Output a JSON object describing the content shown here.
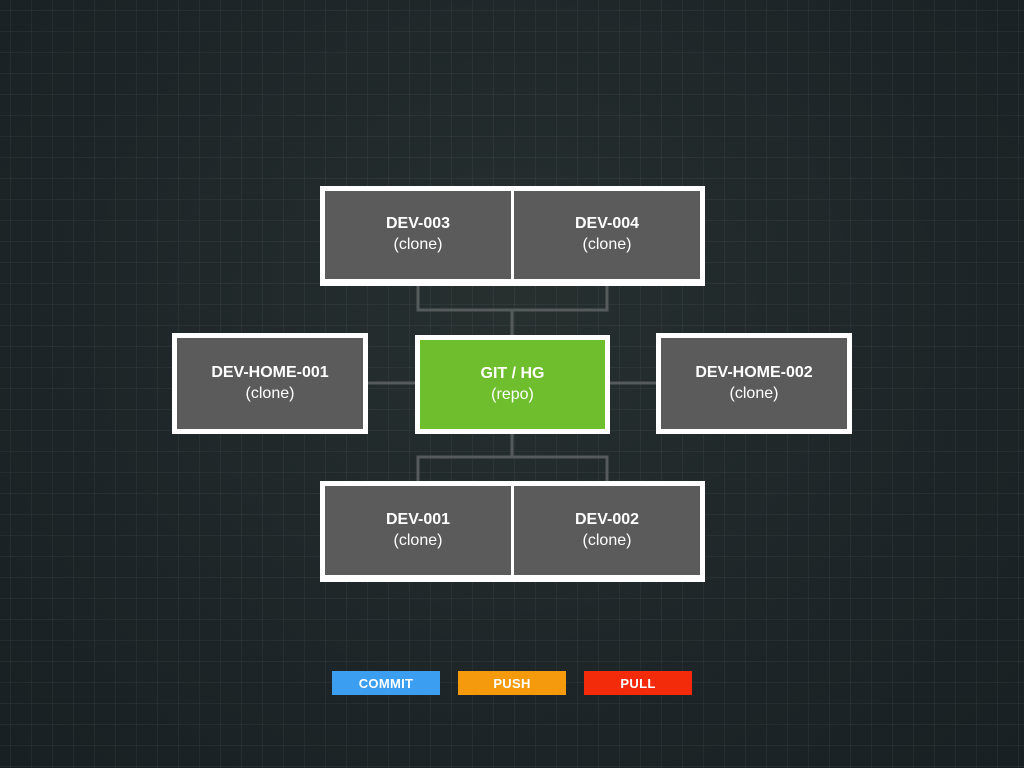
{
  "colors": {
    "background": "#1f282a",
    "node_fill": "#5b5b5b",
    "node_border": "#ffffff",
    "repo_fill": "#6ebe2e",
    "connector": "#555a5b",
    "commit": "#3b9ef0",
    "push": "#f59a0c",
    "pull": "#f32b0a"
  },
  "repo": {
    "title": "GIT / HG",
    "sub": "(repo)"
  },
  "top_group": [
    {
      "title": "DEV-003",
      "sub": "(clone)"
    },
    {
      "title": "DEV-004",
      "sub": "(clone)"
    }
  ],
  "bottom_group": [
    {
      "title": "DEV-001",
      "sub": "(clone)"
    },
    {
      "title": "DEV-002",
      "sub": "(clone)"
    }
  ],
  "left_node": {
    "title": "DEV-HOME-001",
    "sub": "(clone)"
  },
  "right_node": {
    "title": "DEV-HOME-002",
    "sub": "(clone)"
  },
  "legend": {
    "commit": "COMMIT",
    "push": "PUSH",
    "pull": "PULL"
  }
}
